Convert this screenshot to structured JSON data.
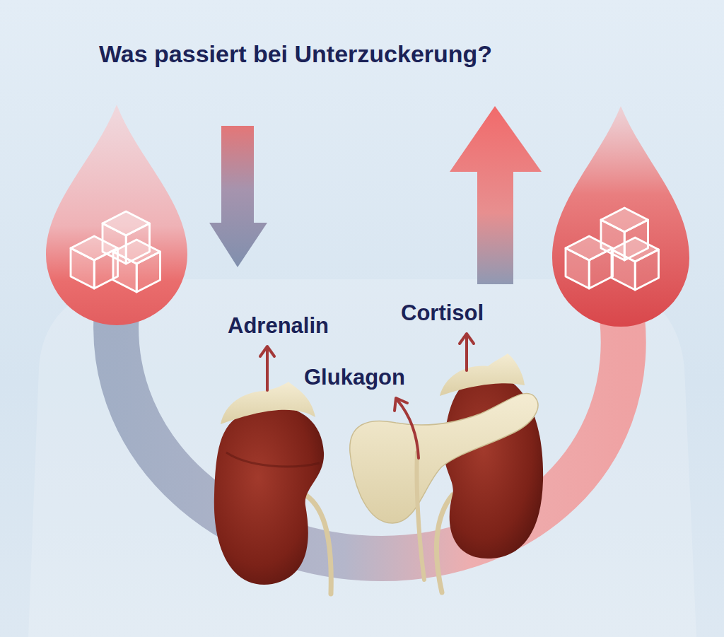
{
  "diagram": {
    "title": "Was passiert bei Unterzuckerung?",
    "labels": [
      "Adrenalin",
      "Glukagon",
      "Cortisol"
    ]
  }
}
